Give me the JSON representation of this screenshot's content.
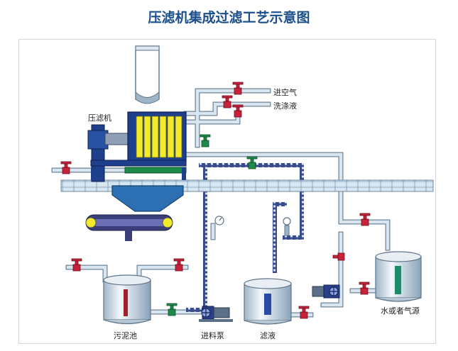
{
  "title": "压滤机集成过滤工艺示意图",
  "labels": {
    "filter_press": "压滤机",
    "air_inlet": "进空气",
    "wash_liquid": "洗涤液",
    "sludge_tank": "污泥池",
    "feed_pump": "进料泵",
    "filtrate": "滤液",
    "water_or_gas_source": "水或者气源"
  },
  "colors": {
    "title": "#1a4f8a",
    "pipe": "#b8c9da",
    "pipe_outline": "#5f7488",
    "valve_red": "#c8213a",
    "valve_green": "#1e8a4a",
    "filter_plate": "#f2ea2a",
    "frame_blue": "#1d3f8c",
    "floor": "#cfe1ef"
  }
}
